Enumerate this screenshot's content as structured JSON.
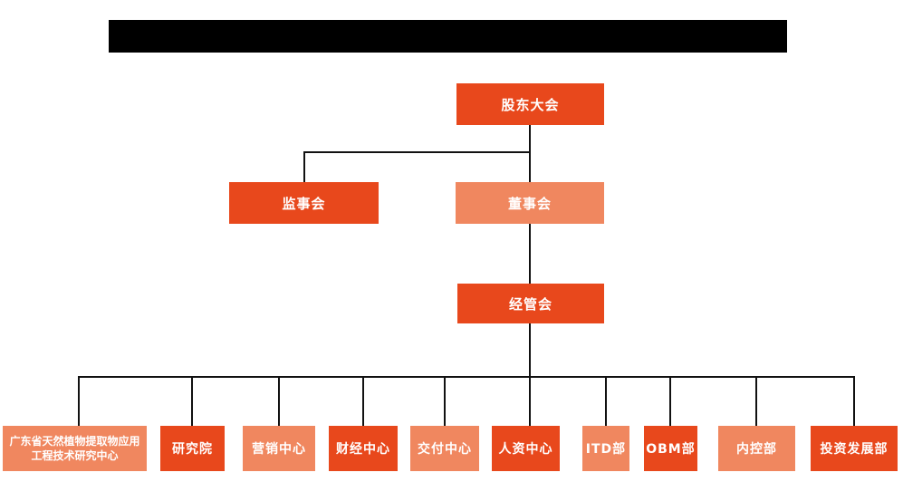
{
  "colors": {
    "primary_orange": "#e8481c",
    "light_orange": "#f0875f",
    "connector_line": "#111111",
    "redacted_bar": "#000000",
    "node_text": "#ffffff"
  },
  "org": {
    "level1": {
      "label": "股东大会"
    },
    "level2": [
      {
        "label": "监事会"
      },
      {
        "label": "董事会"
      }
    ],
    "level3": {
      "label": "经管会"
    },
    "departments": [
      {
        "label": "广东省天然植物提取物应用工程技术研究中心"
      },
      {
        "label": "研究院"
      },
      {
        "label": "营销中心"
      },
      {
        "label": "财经中心"
      },
      {
        "label": "交付中心"
      },
      {
        "label": "人资中心"
      },
      {
        "label": "ITD部"
      },
      {
        "label": "OBM部"
      },
      {
        "label": "内控部"
      },
      {
        "label": "投资发展部"
      }
    ]
  }
}
